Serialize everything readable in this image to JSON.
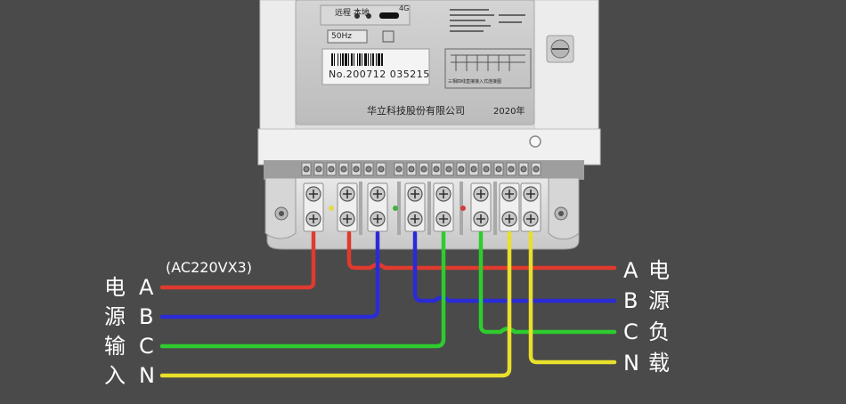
{
  "meter": {
    "mode_label": "远程 本地",
    "network": "4G",
    "frequency": "50Hz",
    "serial": "No.200712 035215",
    "company": "华立科技股份有限公司",
    "year": "2020年",
    "diagram_caption": "三相四线直接接入式连接图"
  },
  "voltage_note": "(AC220VX3)",
  "input_labels": {
    "title_chars": [
      "电",
      "源",
      "输",
      "入"
    ],
    "phases": [
      "A",
      "B",
      "C",
      "N"
    ]
  },
  "output_labels": {
    "phases": [
      "A",
      "B",
      "C",
      "N"
    ],
    "title_chars": [
      "电",
      "源",
      "负",
      "载"
    ]
  },
  "wire_colors": {
    "A": "#e03a2e",
    "B": "#2b2bd6",
    "C": "#2ecc2e",
    "N": "#e8e02a"
  }
}
